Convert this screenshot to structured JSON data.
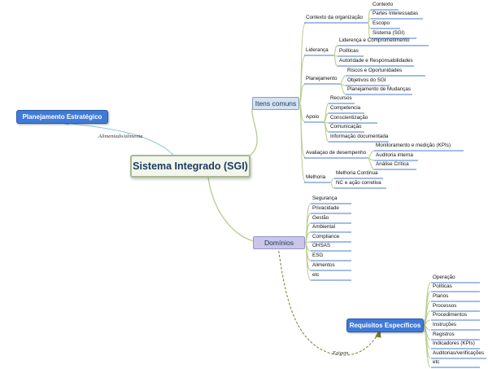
{
  "central": {
    "label": "Sistema Integrado (SGI)"
  },
  "planejamento_estrategico": {
    "label": "Planejamento Estratégico"
  },
  "edge_alimentado": {
    "label": "Alimentado/alimenta"
  },
  "edge_exigem": {
    "label": "Exigem"
  },
  "itens_comuns": {
    "label": "Itens comuns",
    "groups": [
      {
        "label": "Contexto da organização",
        "items": [
          "Contexto",
          "Partes Interessadas",
          "Escopo",
          "Sistema (SGI)"
        ]
      },
      {
        "label": "Liderança",
        "items": [
          "Liderença e Comprometimento",
          "Políticas",
          "Autoridade e Responsabilidades"
        ]
      },
      {
        "label": "Planejamento",
        "items": [
          "Riscos e Oportunidades",
          "Objetivos do SGI",
          "Planejamento de Mudanças"
        ]
      },
      {
        "label": "Apoio",
        "items": [
          "Recursos",
          "Competencia",
          "Conscientização",
          "Comunicação",
          "Informação documentada"
        ]
      },
      {
        "label": "Avaliaçao de desempenho",
        "items": [
          "Monitoramento e medição (KPIs)",
          "Auditoria interna",
          "Análise Crítica"
        ]
      },
      {
        "label": "Melhoria",
        "items": [
          "Melhoria Contínua",
          "NC e ação corretiva"
        ]
      }
    ]
  },
  "dominios": {
    "label": "Domínios",
    "items": [
      "Segurança",
      "Privacidade",
      "Gestão",
      "Ambiental",
      "Compliance",
      "OHSAS",
      "ESG",
      "Alimentos",
      "etc"
    ]
  },
  "requisitos": {
    "label": "Requisitos Específicos",
    "items": [
      "Operação",
      "Políticas",
      "Planos",
      "Processos",
      "Procedimentos",
      "Instruções",
      "Registros",
      "Indicadores (KPIs)",
      "Auditorias/verificações",
      "etc"
    ]
  },
  "colors": {
    "central_fill": "#f2f6ec",
    "itens_fill": "#d4e3f4",
    "dominios_fill": "#c9c6e8",
    "blue_node": "#3f7ad6",
    "branch_green": "#b7cc8a",
    "underline_blue": "#4a7bc8",
    "dashed_olive": "#7a7a2a"
  }
}
